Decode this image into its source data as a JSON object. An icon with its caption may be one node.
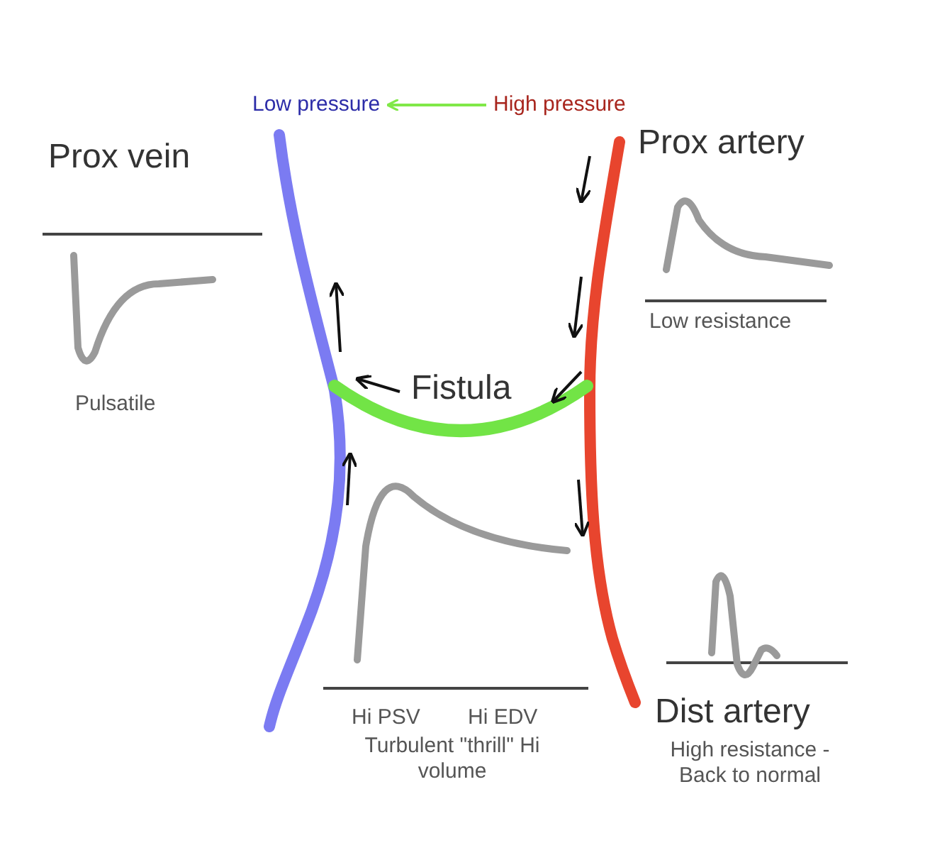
{
  "diagram": {
    "nodes": [
      {
        "text": [
          "Low pressure"
        ]
      },
      {
        "text": [
          "High pressure"
        ]
      }
    ],
    "edges": [
      {
        "from": 1,
        "to": 0,
        "arrow": "to",
        "color": "#80e848"
      }
    ],
    "labels": [
      "Prox vein",
      "Prox artery",
      "Low resistance",
      "Pulsatile",
      "Fistula",
      "Hi PSV",
      "Hi EDV",
      "Turbulent \"thrill\" Hi volume",
      "Dist artery",
      "High resistance - Back to normal"
    ]
  }
}
